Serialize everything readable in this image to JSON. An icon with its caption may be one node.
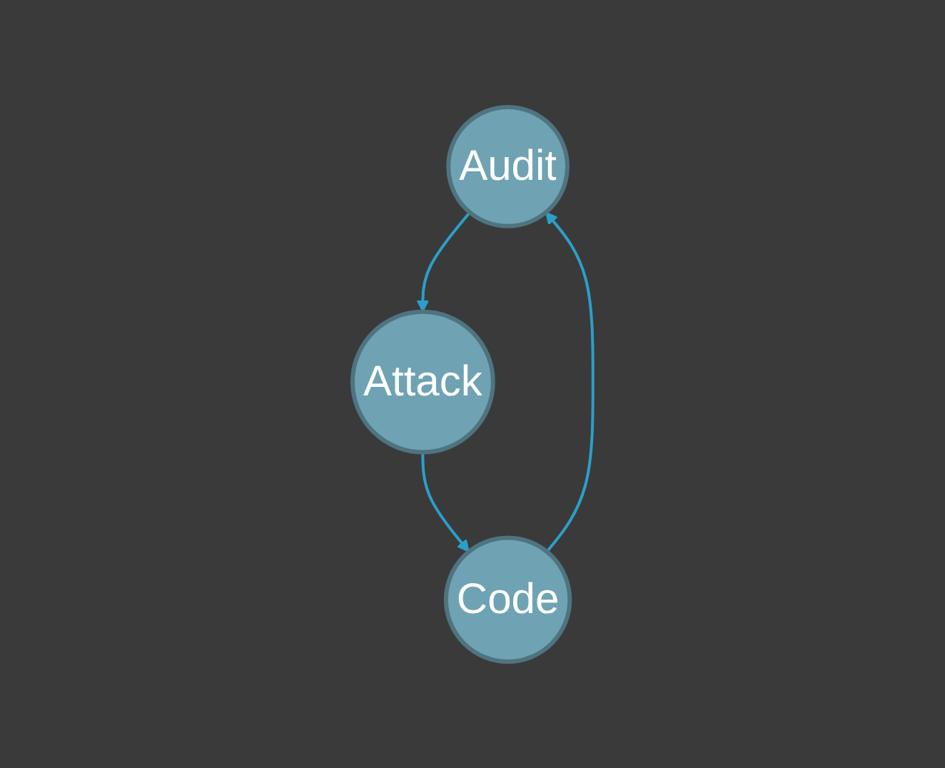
{
  "diagram": {
    "nodes": [
      {
        "text": [
          "Audit"
        ]
      },
      {
        "text": [
          "Attack"
        ]
      },
      {
        "text": [
          "Code"
        ]
      }
    ],
    "edges": [
      {
        "from": 0,
        "to": 1,
        "arrow": "to"
      },
      {
        "from": 1,
        "to": 2,
        "arrow": "to"
      },
      {
        "from": 2,
        "to": 0,
        "arrow": "to"
      }
    ]
  }
}
